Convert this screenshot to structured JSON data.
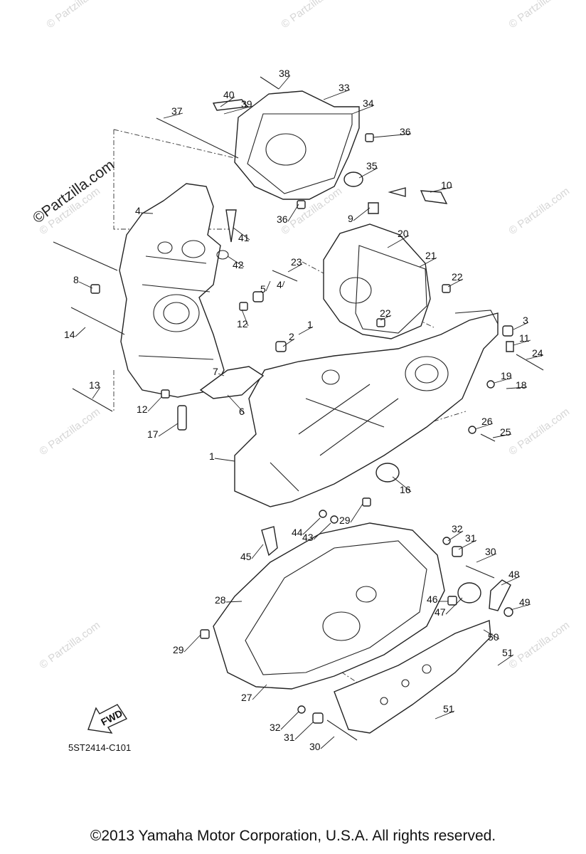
{
  "watermark": {
    "text": "© Partzilla.com"
  },
  "brand_watermark": "©Partzilla.com",
  "diagram_code": "5ST2414-C101",
  "fwd_label": "FWD",
  "copyright": "©2013  Yamaha Motor Corporation, U.S.A. All rights reserved.",
  "callouts": [
    "1",
    "2",
    "3",
    "4",
    "5",
    "6",
    "7",
    "8",
    "9",
    "10",
    "11",
    "12",
    "13",
    "14",
    "16",
    "17",
    "18",
    "19",
    "20",
    "21",
    "22",
    "23",
    "24",
    "25",
    "26",
    "27",
    "28",
    "29",
    "30",
    "31",
    "32",
    "33",
    "34",
    "35",
    "36",
    "37",
    "38",
    "39",
    "40",
    "41",
    "42",
    "43",
    "44",
    "45",
    "46",
    "47",
    "48",
    "49",
    "50",
    "51"
  ]
}
